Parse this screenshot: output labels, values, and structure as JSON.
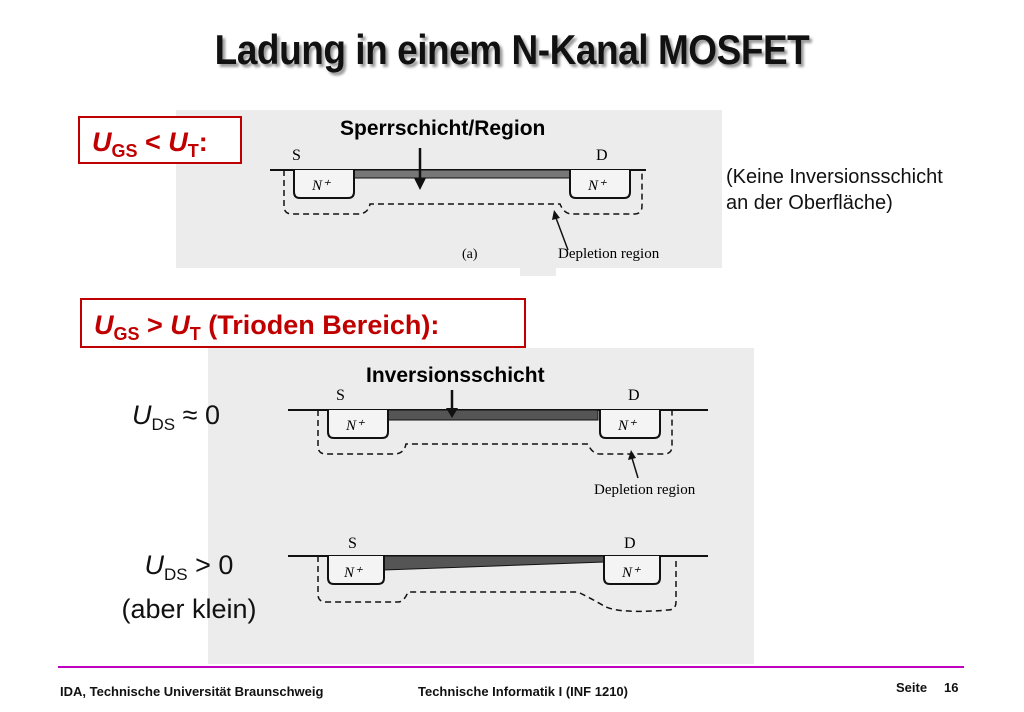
{
  "title": "Ladung in einem N-Kanal MOSFET",
  "case1": {
    "label_u": "U",
    "label_sub1": "GS",
    "label_rel": " < ",
    "label_u2": "U",
    "label_sub2": "T",
    "label_end": ":",
    "region_label": "Sperrschicht/Region",
    "note_line1": "(Keine Inversionsschicht",
    "note_line2": "an der Oberfläche)",
    "s_label": "S",
    "d_label": "D",
    "n_label": "N⁺",
    "fig_label": "(a)",
    "depletion_label": "Depletion region"
  },
  "case2": {
    "label_u": "U",
    "label_sub1": "GS",
    "label_rel": " > ",
    "label_u2": "U",
    "label_sub2": "T",
    "label_end": " (Trioden Bereich):",
    "inversion_label": "Inversionsschicht",
    "uds1_u": "U",
    "uds1_sub": "DS",
    "uds1_rel": " ≈ 0",
    "uds2_u": "U",
    "uds2_sub": "DS",
    "uds2_rel": " > 0",
    "uds2_note": "(aber klein)",
    "depletion_label": "Depletion region",
    "s_label": "S",
    "d_label": "D",
    "n_label": "N⁺"
  },
  "footer": {
    "left": "IDA, Technische Universität Braunschweig",
    "center": "Technische Informatik I (INF 1210)",
    "page_label": "Seite",
    "page_number": "16"
  }
}
